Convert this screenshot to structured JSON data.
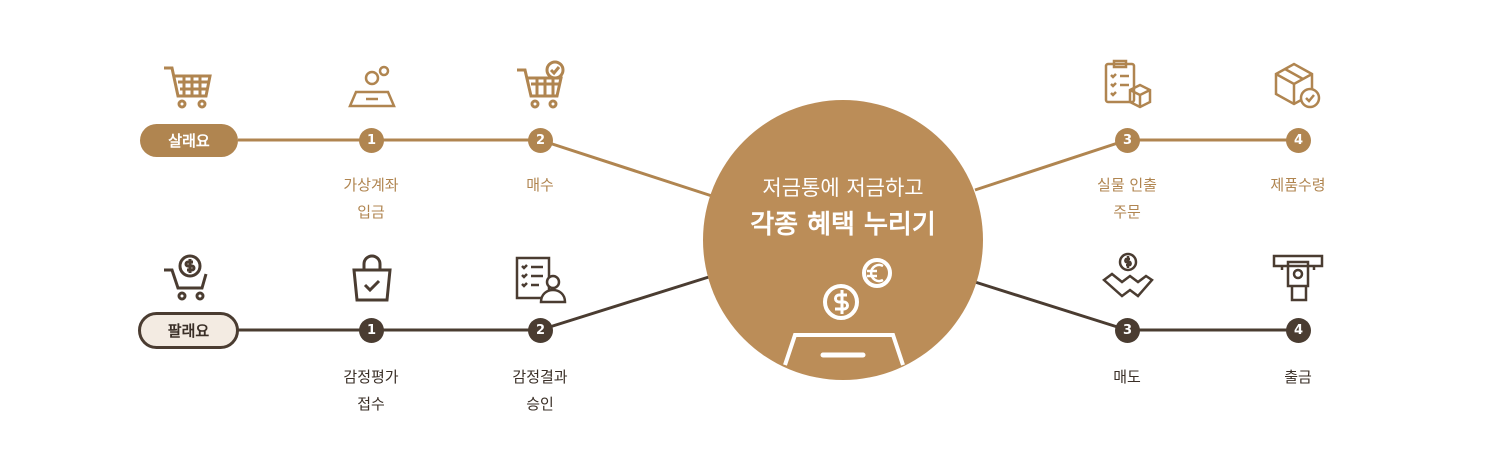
{
  "colors": {
    "gold": "#b08550",
    "dark": "#4a3c31",
    "center": "#bb8d58"
  },
  "center": {
    "line1": "저금통에 저금하고",
    "line2": "각종 혜택 누리기",
    "icons": [
      "dollar-coin-icon",
      "euro-coin-icon",
      "coin-slot-icon"
    ]
  },
  "buy": {
    "label": "살래요",
    "icon": "shopping-cart-icon",
    "steps": [
      {
        "num": "1",
        "label1": "가상계좌",
        "label2": "입금",
        "icon": "deposit-coin-icon"
      },
      {
        "num": "2",
        "label1": "매수",
        "label2": "",
        "icon": "cart-check-icon"
      },
      {
        "num": "3",
        "label1": "실물 인출",
        "label2": "주문",
        "icon": "clipboard-box-icon"
      },
      {
        "num": "4",
        "label1": "제품수령",
        "label2": "",
        "icon": "box-check-icon"
      }
    ]
  },
  "sell": {
    "label": "팔래요",
    "icon": "cart-dollar-icon",
    "steps": [
      {
        "num": "1",
        "label1": "감정평가",
        "label2": "접수",
        "icon": "bag-check-icon"
      },
      {
        "num": "2",
        "label1": "감정결과",
        "label2": "승인",
        "icon": "document-appraiser-icon"
      },
      {
        "num": "3",
        "label1": "매도",
        "label2": "",
        "icon": "handshake-dollar-icon"
      },
      {
        "num": "4",
        "label1": "출금",
        "label2": "",
        "icon": "atm-cash-icon"
      }
    ]
  }
}
